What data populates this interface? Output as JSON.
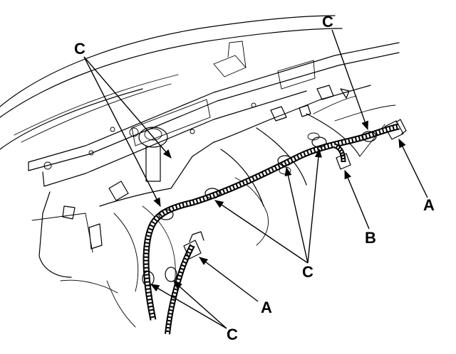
{
  "callouts": {
    "c_top_left": "C",
    "c_top_right": "C",
    "a_right": "A",
    "b_mid": "B",
    "c_mid": "C",
    "a_lower": "A",
    "c_bottom": "C"
  }
}
